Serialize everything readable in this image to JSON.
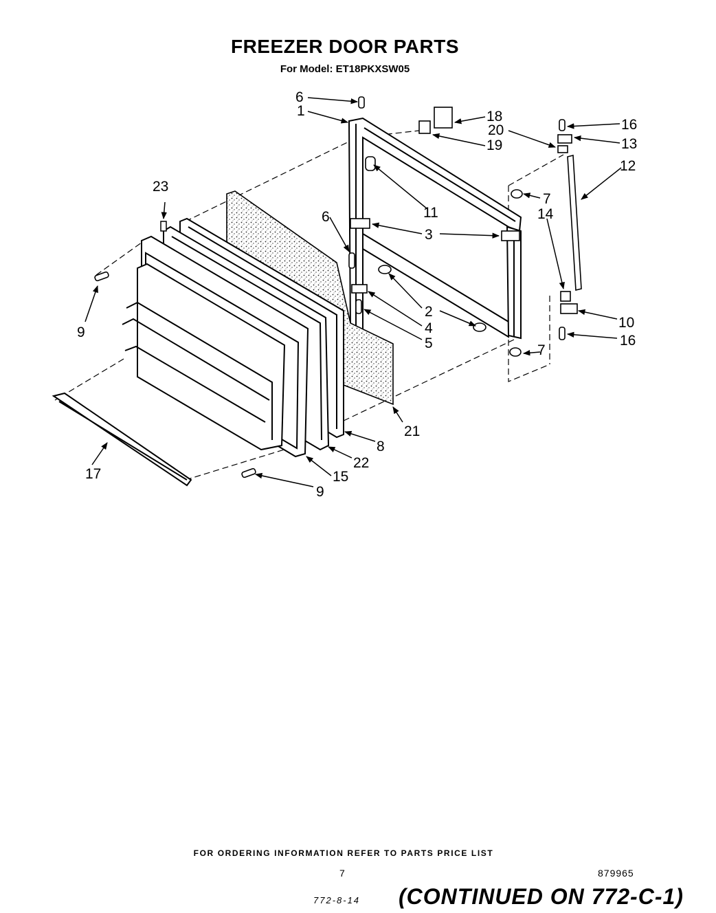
{
  "header": {
    "title": "FREEZER DOOR PARTS",
    "subtitle": "For Model: ET18PKXSW05"
  },
  "callouts": [
    "1",
    "2",
    "3",
    "4",
    "5",
    "6",
    "6",
    "7",
    "7",
    "8",
    "9",
    "9",
    "10",
    "11",
    "12",
    "13",
    "14",
    "15",
    "16",
    "16",
    "17",
    "18",
    "19",
    "20",
    "21",
    "22",
    "23"
  ],
  "footer": {
    "ordering_note": "FOR ORDERING INFORMATION REFER TO PARTS PRICE LIST",
    "page_number": "7",
    "document_number": "879965",
    "section_code": "772-8-14",
    "continued": "(CONTINUED ON 772-C-1)"
  }
}
